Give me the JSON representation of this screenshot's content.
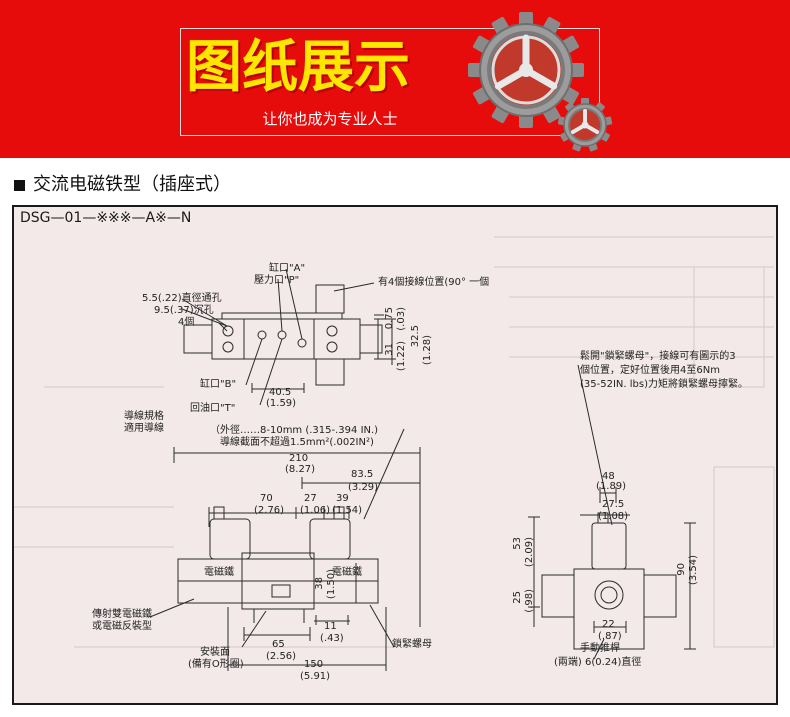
{
  "banner": {
    "title": "图纸展示",
    "subtitle": "让你也成为专业人士",
    "icon": "gear-icon",
    "colors": {
      "background": "#e60c0c",
      "title": "#ffe600",
      "subtitle": "#ffffff"
    }
  },
  "section": {
    "title": "交流电磁铁型（插座式）"
  },
  "drawing": {
    "model_code": "DSG—01—※※※—A※—N",
    "labels": {
      "port_a": "缸口\"A\"",
      "port_p": "壓力口\"P\"",
      "hole_1": "5.5(.22)直徑通孔",
      "hole_2": "9.5(.37)沉孔",
      "hole_count": "4個",
      "port_b": "缸口\"B\"",
      "port_t": "回油口\"T\"",
      "wiring_note": "有4個接線位置(90° 一個",
      "cable_1": "導線規格",
      "cable_2": "適用導線",
      "outer_dia": "（外徑……8-10mm (.315-.394 IN.)",
      "section_area": "導線截面不超過1.5mm²(.002IN²)",
      "nut_note_1": "鬆開\"鎖緊螺母\"，接線可有圖示的3",
      "nut_note_2": "個位置，定好位置後用4至6Nm",
      "nut_note_3": "(35-52IN. lbs)力矩將鎖緊螺母擰緊。",
      "manual_1": "傳射雙電磁鐵",
      "manual_2": "或電磁反裝型",
      "mounting_1": "安裝面",
      "mounting_2": "(備有O形圈)",
      "lock_nut": "鎖緊螺母",
      "push_rod_1": "手動推桿",
      "push_rod_2": "(兩端) 6(0.24)直徑",
      "solenoid_text": "電磁鐵"
    },
    "dims": {
      "d_075": "0.75",
      "d_003": "(.03)",
      "d_31": "31",
      "d_122": "(1.22)",
      "d_325": "32.5",
      "d_128": "(1.28)",
      "d_405": "40.5",
      "d_159": "(1.59)",
      "d_210": "210",
      "d_827": "(8.27)",
      "d_835": "83.5",
      "d_329": "(3.29)",
      "d_70": "70",
      "d_276": "(2.76)",
      "d_27": "27",
      "d_106": "(1.06)",
      "d_39": "39",
      "d_154": "(1.54)",
      "d_38": "38",
      "d_150v": "(1.50)",
      "d_11": "11",
      "d_043": "(.43)",
      "d_65": "65",
      "d_256": "(2.56)",
      "d_150": "150",
      "d_591": "(5.91)",
      "d_48": "48",
      "d_189": "(1.89)",
      "d_275": "27.5",
      "d_108": "(1.08)",
      "d_53": "53",
      "d_209": "(2.09)",
      "d_25": "25",
      "d_098": "(.98)",
      "d_90": "90",
      "d_354": "(3.54)",
      "d_22": "22",
      "d_087": "(.87)"
    }
  }
}
